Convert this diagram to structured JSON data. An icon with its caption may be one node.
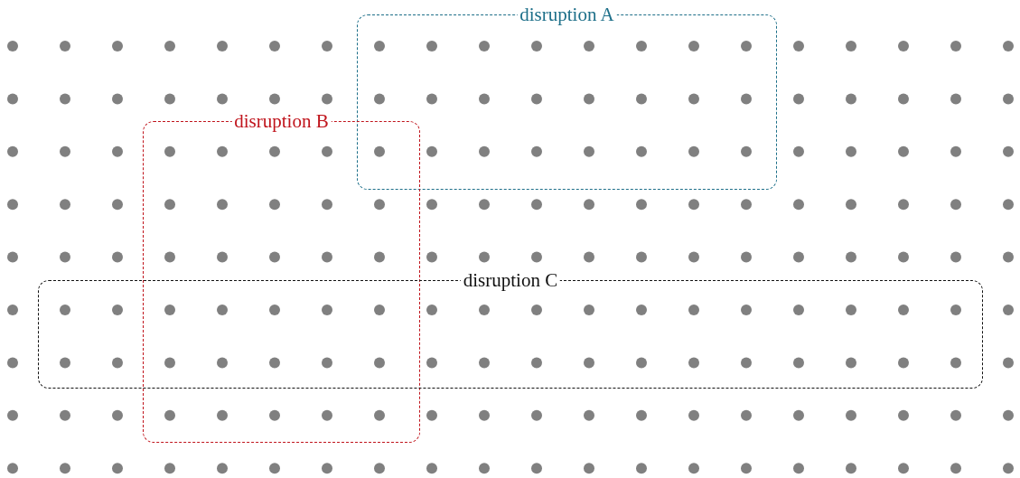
{
  "diagram": {
    "nodes": [
      {
        "text": [
          "disruption A"
        ]
      },
      {
        "text": [
          "disruption B"
        ]
      },
      {
        "text": [
          "disruption C"
        ]
      }
    ]
  }
}
